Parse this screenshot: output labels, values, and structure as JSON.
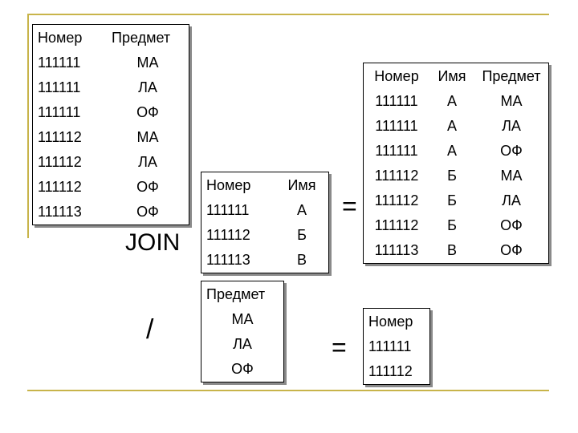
{
  "students_subjects": {
    "headers": [
      "Номер",
      "Предмет"
    ],
    "rows": [
      [
        "111111",
        "МА"
      ],
      [
        "111111",
        "ЛА"
      ],
      [
        "111111",
        "ОФ"
      ],
      [
        "111112",
        "МА"
      ],
      [
        "111112",
        "ЛА"
      ],
      [
        "111112",
        "ОФ"
      ],
      [
        "111113",
        "ОФ"
      ]
    ]
  },
  "join_label": "JOIN",
  "students_names": {
    "headers": [
      "Номер",
      "Имя"
    ],
    "rows": [
      [
        "111111",
        "А"
      ],
      [
        "111112",
        "Б"
      ],
      [
        "111113",
        "В"
      ]
    ]
  },
  "equals_1": "=",
  "join_result": {
    "headers": [
      "Номер",
      "Имя",
      "Предмет"
    ],
    "rows": [
      [
        "111111",
        "А",
        "МА"
      ],
      [
        "111111",
        "А",
        "ЛА"
      ],
      [
        "111111",
        "А",
        "ОФ"
      ],
      [
        "111112",
        "Б",
        "МА"
      ],
      [
        "111112",
        "Б",
        "ЛА"
      ],
      [
        "111112",
        "Б",
        "ОФ"
      ],
      [
        "111113",
        "В",
        "ОФ"
      ]
    ]
  },
  "division_label": "/",
  "subjects": {
    "headers": [
      "Предмет"
    ],
    "rows": [
      [
        "МА"
      ],
      [
        "ЛА"
      ],
      [
        "ОФ"
      ]
    ]
  },
  "equals_2": "=",
  "division_result": {
    "headers": [
      "Номер"
    ],
    "rows": [
      [
        "111111"
      ],
      [
        "111112"
      ]
    ]
  },
  "colors": {
    "accent_rule": "#c8b44a",
    "shadow": "#8a8a8a"
  }
}
